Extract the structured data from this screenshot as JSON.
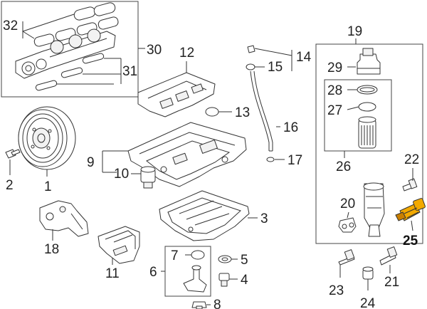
{
  "colors": {
    "accent": "#f2a900",
    "accent_dark": "#c97f00"
  },
  "callouts": [
    {
      "id": "c32",
      "text": "32"
    },
    {
      "id": "c30",
      "text": "30"
    },
    {
      "id": "c31",
      "text": "31"
    },
    {
      "id": "c12",
      "text": "12"
    },
    {
      "id": "c13",
      "text": "13"
    },
    {
      "id": "c14",
      "text": "14"
    },
    {
      "id": "c15",
      "text": "15"
    },
    {
      "id": "c16",
      "text": "16"
    },
    {
      "id": "c17",
      "text": "17"
    },
    {
      "id": "c19",
      "text": "19"
    },
    {
      "id": "c29",
      "text": "29"
    },
    {
      "id": "c28",
      "text": "28"
    },
    {
      "id": "c27",
      "text": "27"
    },
    {
      "id": "c26",
      "text": "26"
    },
    {
      "id": "c22",
      "text": "22"
    },
    {
      "id": "c20",
      "text": "20"
    },
    {
      "id": "c25",
      "text": "25"
    },
    {
      "id": "c2",
      "text": "2"
    },
    {
      "id": "c1",
      "text": "1"
    },
    {
      "id": "c9",
      "text": "9"
    },
    {
      "id": "c10",
      "text": "10"
    },
    {
      "id": "c3",
      "text": "3"
    },
    {
      "id": "c18",
      "text": "18"
    },
    {
      "id": "c11",
      "text": "11"
    },
    {
      "id": "c7",
      "text": "7"
    },
    {
      "id": "c6",
      "text": "6"
    },
    {
      "id": "c5",
      "text": "5"
    },
    {
      "id": "c4",
      "text": "4"
    },
    {
      "id": "c8",
      "text": "8"
    },
    {
      "id": "c23",
      "text": "23"
    },
    {
      "id": "c24",
      "text": "24"
    },
    {
      "id": "c21",
      "text": "21"
    }
  ]
}
